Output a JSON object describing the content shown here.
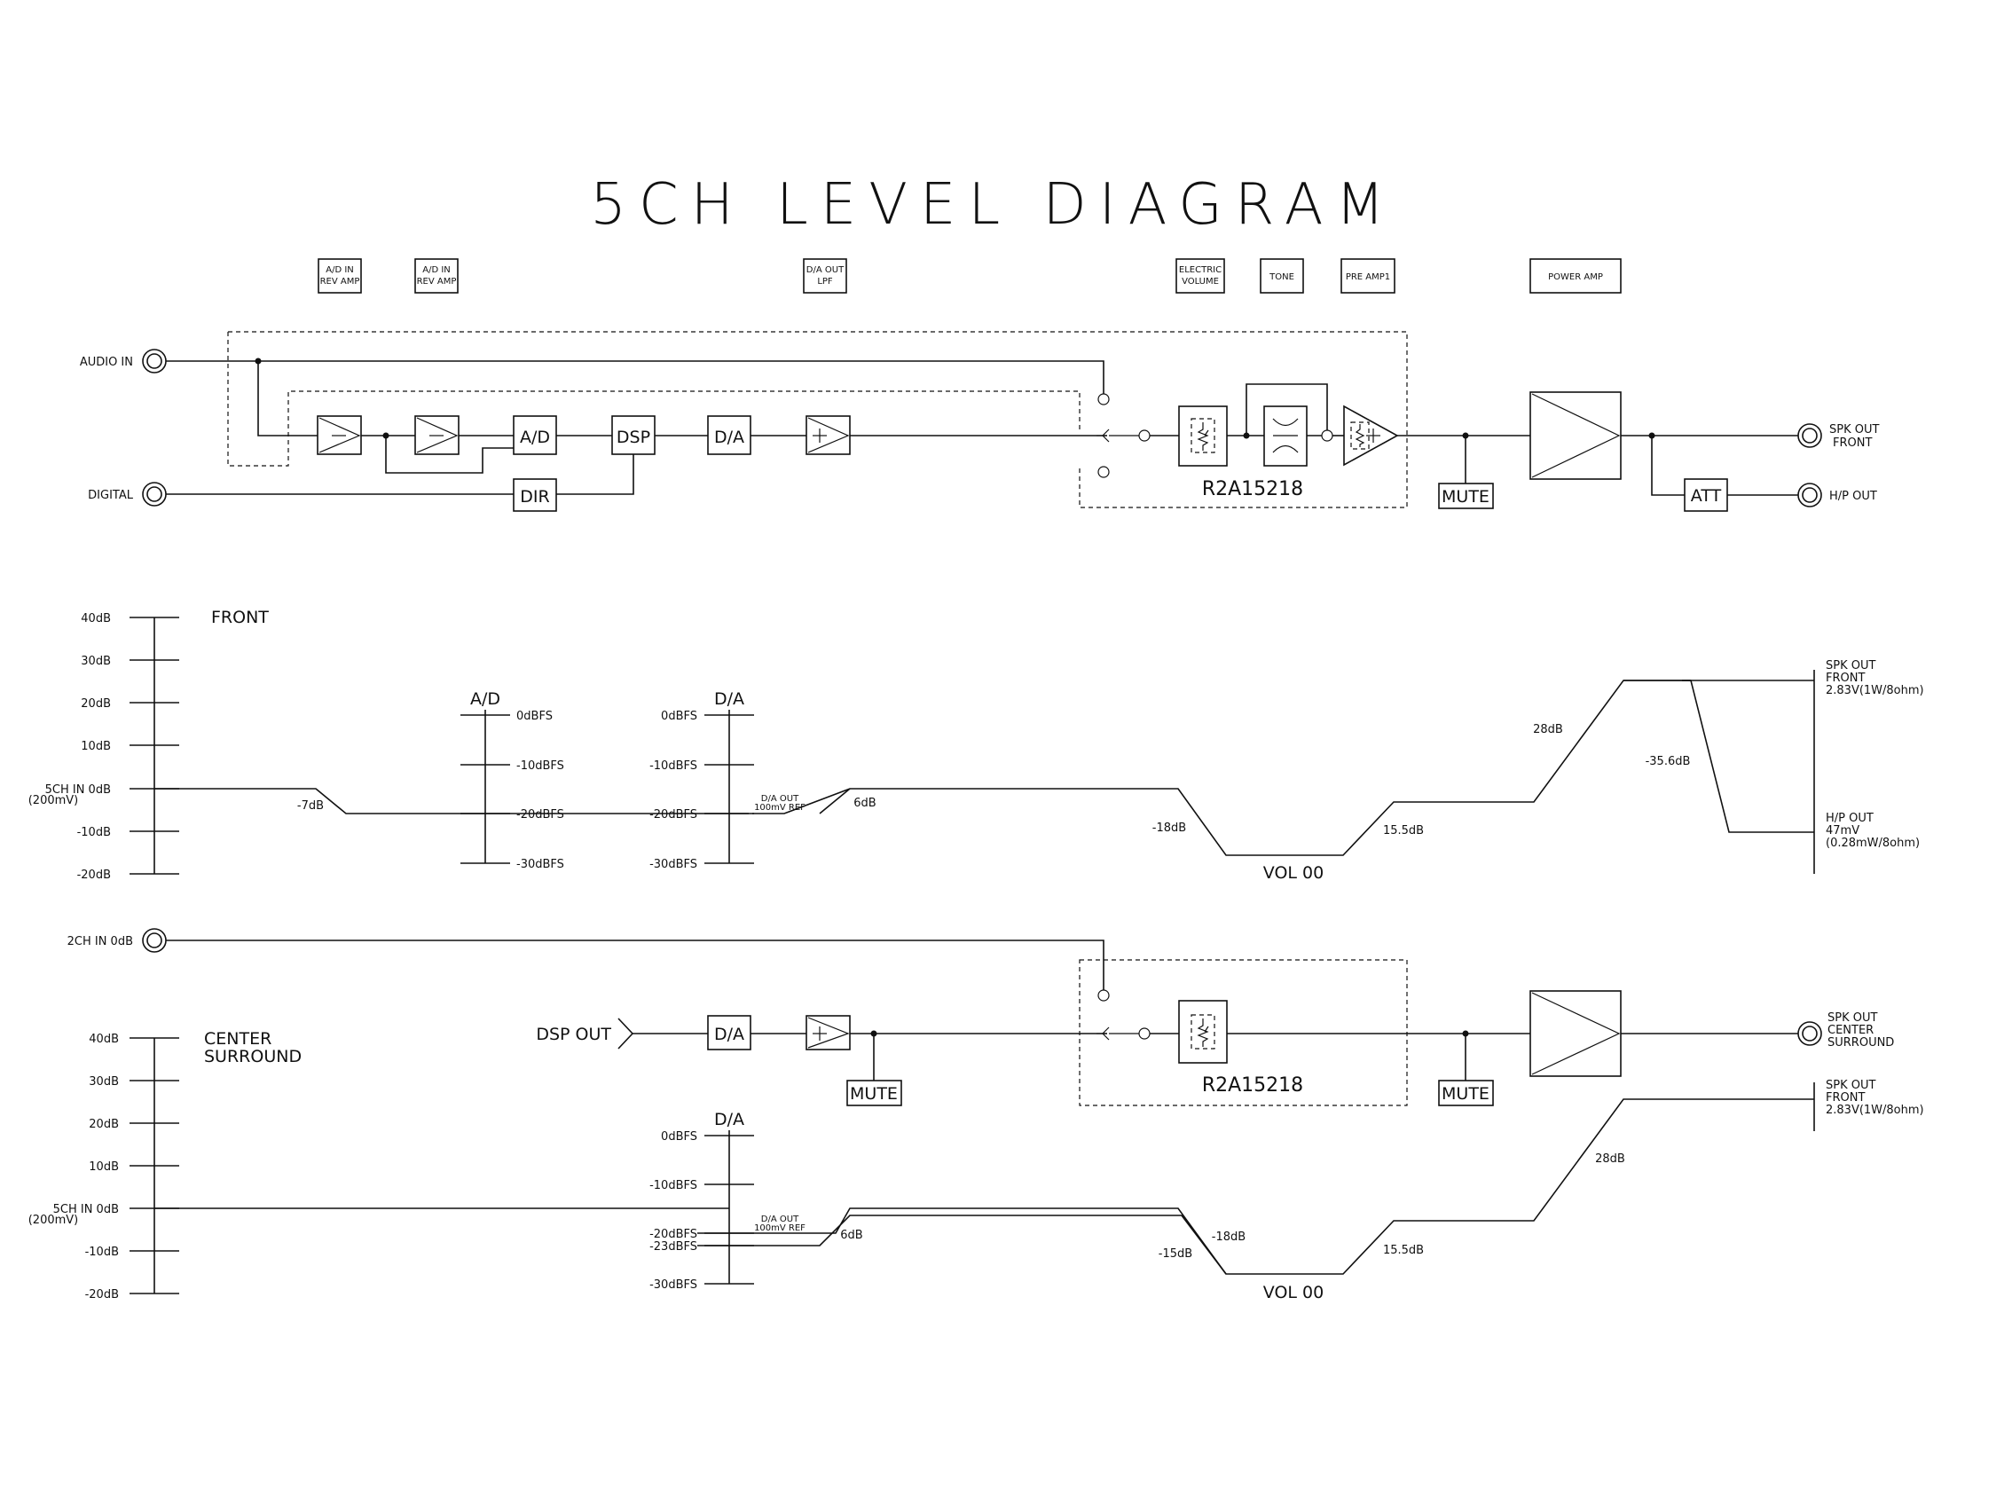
{
  "title": "5CH LEVEL DIAGRAM",
  "stage_labels": {
    "ad_in_1": [
      "A/D IN",
      "REV AMP"
    ],
    "ad_in_2": [
      "A/D IN",
      "REV AMP"
    ],
    "da_out": [
      "D/A OUT",
      "LPF"
    ],
    "electric_volume": [
      "ELECTRIC",
      "VOLUME"
    ],
    "tone": "TONE",
    "pre_amp": "PRE AMP1",
    "power_amp": "POWER AMP"
  },
  "block_top": {
    "audio_in": "AUDIO IN",
    "digital": "DIGITAL",
    "ad": "A/D",
    "dsp": "DSP",
    "da": "D/A",
    "dir": "DIR",
    "ic": "R2A15218",
    "mute": "MUTE",
    "att": "ATT",
    "spk_out": [
      "SPK OUT",
      "FRONT"
    ],
    "hp_out": "H/P OUT"
  },
  "level_front": {
    "heading": "FRONT",
    "scale": [
      "40dB",
      "30dB",
      "20dB",
      "10dB",
      "5CH IN 0dB",
      "-10dB",
      "-20dB"
    ],
    "scale_note": "(200mV)",
    "ad_title": "A/D",
    "ad_scale": [
      "0dBFS",
      "-10dBFS",
      "-20dBFS",
      "-30dBFS"
    ],
    "da_title": "D/A",
    "da_scale": [
      "0dBFS",
      "-10dBFS",
      "-20dBFS",
      "-30dBFS"
    ],
    "da_ref": [
      "D/A OUT",
      "100mV REF"
    ],
    "annotations": {
      "minus7": "-7dB",
      "plus6": "6dB",
      "minus18": "-18dB",
      "vol": "VOL 00",
      "plus15_5": "15.5dB",
      "plus28": "28dB",
      "minus35_6": "-35.6dB"
    },
    "out_spk": [
      "SPK OUT",
      "FRONT",
      "2.83V(1W/8ohm)"
    ],
    "out_hp": [
      "H/P OUT",
      "47mV",
      "(0.28mW/8ohm)"
    ]
  },
  "block_bottom": {
    "in_2ch": "2CH IN 0dB",
    "dsp_out": "DSP OUT",
    "da": "D/A",
    "mute1": "MUTE",
    "ic": "R2A15218",
    "mute2": "MUTE",
    "spk_out": [
      "SPK OUT",
      "CENTER",
      "SURROUND"
    ]
  },
  "level_center": {
    "heading": [
      "CENTER",
      "SURROUND"
    ],
    "scale": [
      "40dB",
      "30dB",
      "20dB",
      "10dB",
      "5CH IN 0dB",
      "-10dB",
      "-20dB"
    ],
    "scale_note": "(200mV)",
    "da_title": "D/A",
    "da_scale": [
      "0dBFS",
      "-10dBFS",
      "-20dBFS",
      "-23dBFS",
      "-30dBFS"
    ],
    "da_ref": [
      "D/A OUT",
      "100mV REF"
    ],
    "annotations": {
      "plus6": "6dB",
      "minus18": "-18dB",
      "minus15": "-15dB",
      "vol": "VOL 00",
      "plus15_5": "15.5dB",
      "plus28": "28dB"
    },
    "out_spk": [
      "SPK OUT",
      "FRONT",
      "2.83V(1W/8ohm)"
    ]
  }
}
